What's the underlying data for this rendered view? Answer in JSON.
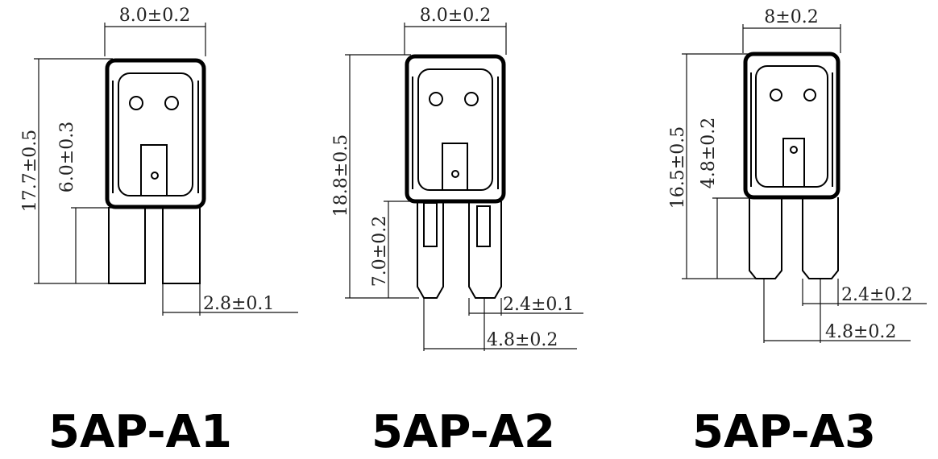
{
  "components": [
    {
      "model": "5AP-A1",
      "dims": {
        "width": "8.0±0.2",
        "height": "17.7±0.5",
        "inner": "6.0±0.3",
        "pin": "2.8±0.1"
      }
    },
    {
      "model": "5AP-A2",
      "dims": {
        "width": "8.0±0.2",
        "height": "18.8±0.5",
        "inner": "7.0±0.2",
        "pin": "2.4±0.1",
        "pitch": "4.8±0.2"
      }
    },
    {
      "model": "5AP-A3",
      "dims": {
        "width": "8±0.2",
        "height": "16.5±0.5",
        "inner": "4.8±0.2",
        "pin": "2.4±0.2",
        "pitch": "4.8±0.2"
      }
    }
  ]
}
